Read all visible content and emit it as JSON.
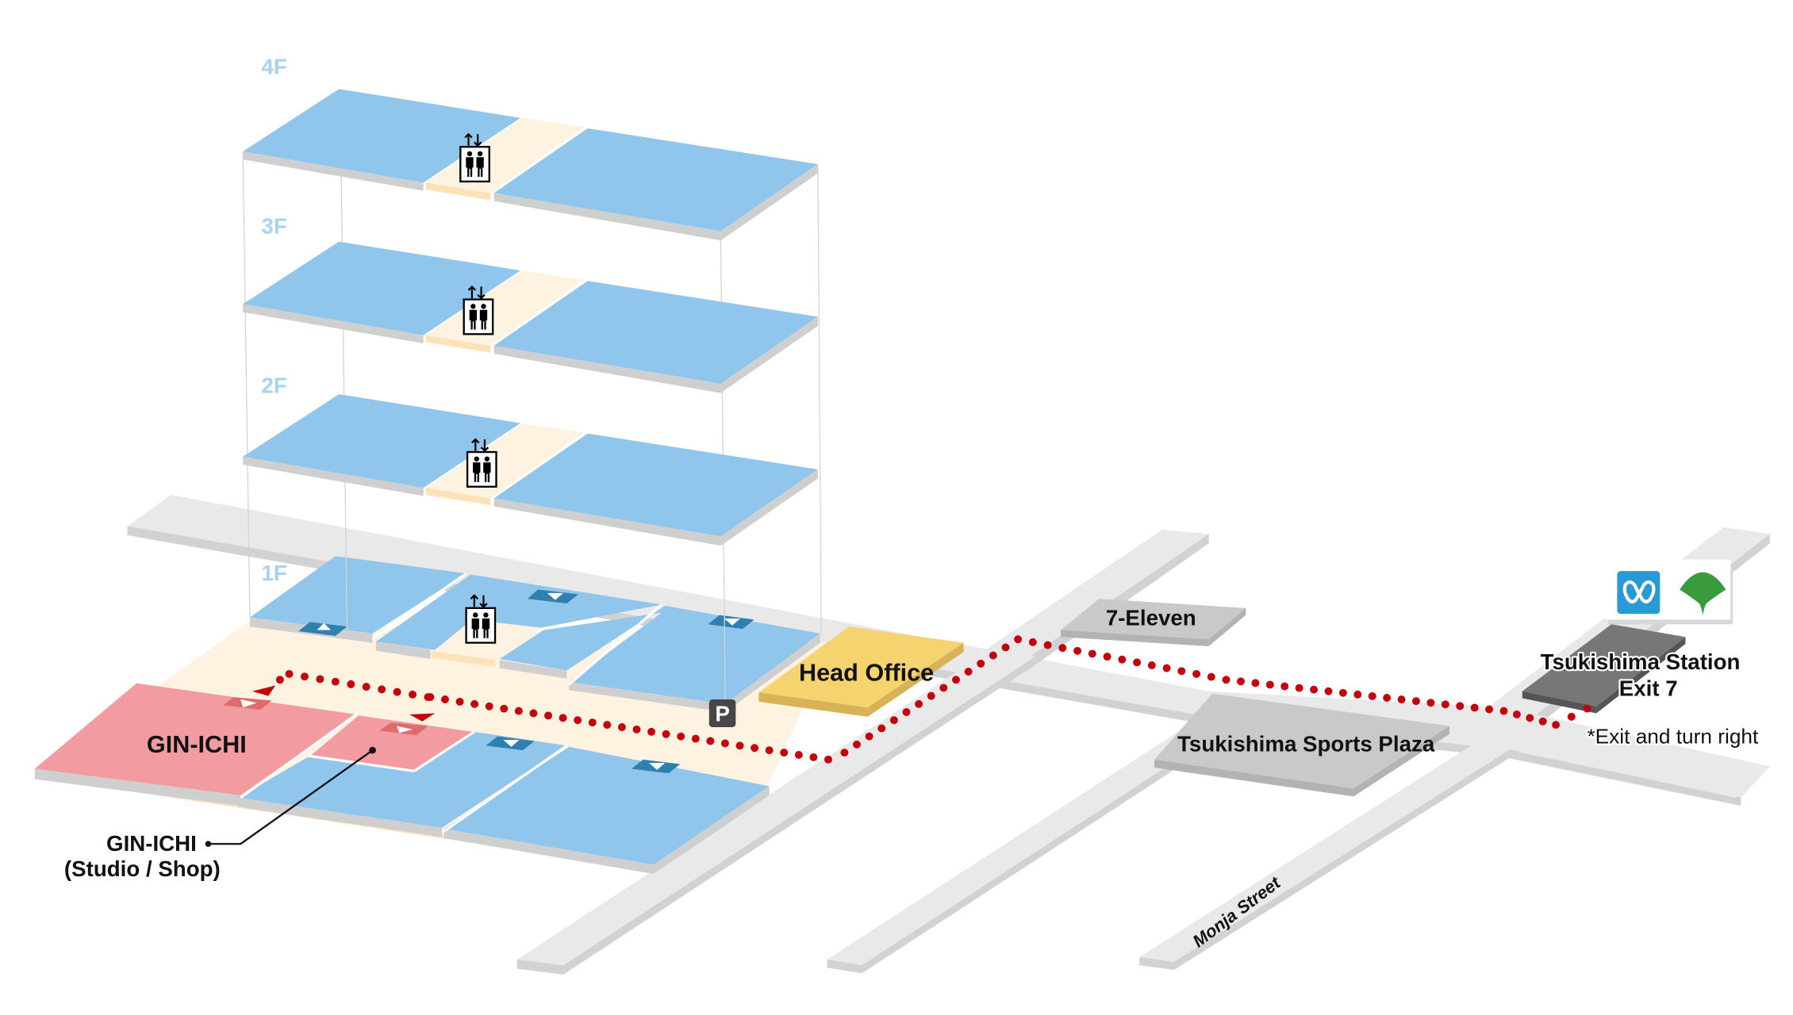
{
  "map": {
    "title": "GIN-ICHI access map",
    "floors": [
      {
        "id": "4F",
        "label": "4F"
      },
      {
        "id": "3F",
        "label": "3F"
      },
      {
        "id": "2F",
        "label": "2F"
      },
      {
        "id": "1F",
        "label": "1F"
      }
    ],
    "places": {
      "gin_ichi": "GIN-ICHI",
      "gin_ichi_callout_line1": "GIN-ICHI",
      "gin_ichi_callout_line2": "(Studio / Shop)",
      "head_office": "Head Office",
      "seven_eleven": "7-Eleven",
      "sports_plaza": "Tsukishima Sports Plaza",
      "station_line1": "Tsukishima Station",
      "station_line2": "Exit 7",
      "station_note": "*Exit and turn right",
      "street": "Monja Street",
      "parking": "P"
    },
    "icons": {
      "elevator": "elevator-icon",
      "parking": "parking-icon",
      "metro": "tokyo-metro-logo",
      "toei": "toei-ginkgo-logo"
    },
    "colors": {
      "floor_blue": "#90c6ec",
      "corridor_cream": "#fef3e0",
      "gin_ichi_pink": "#f29ca1",
      "head_office_yellow": "#f5d36f",
      "route_red": "#c4000b",
      "road_grey": "#e9e9e9",
      "metro_blue": "#2a9ad6",
      "toei_green": "#3a9a3e",
      "floor_label": "#a8d2ef"
    }
  }
}
